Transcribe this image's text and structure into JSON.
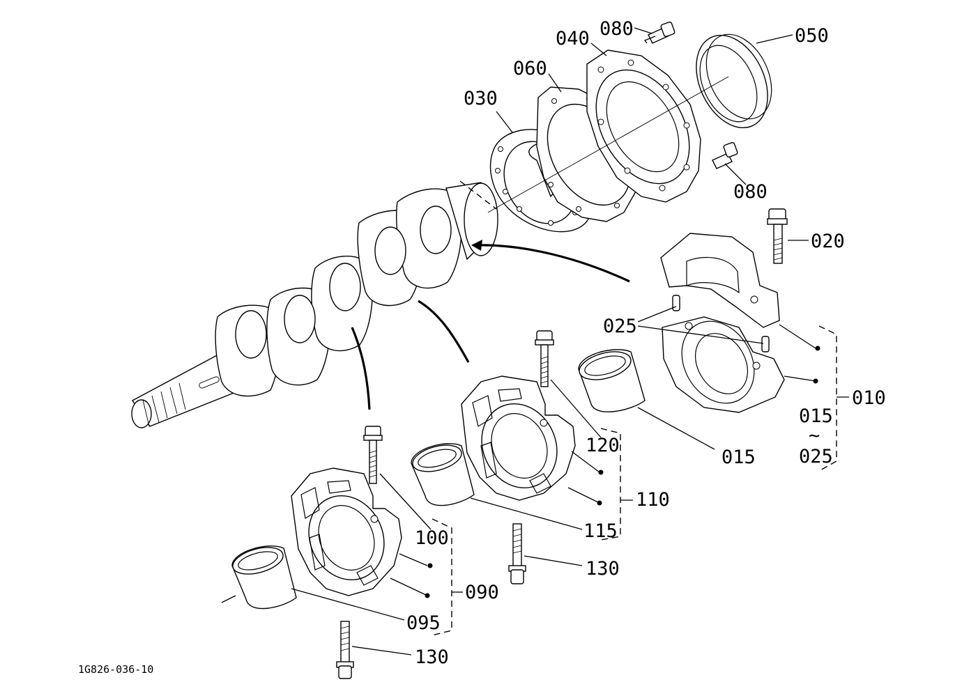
{
  "drawing_code": "1G826-036-10",
  "callouts": {
    "c080_top": "080",
    "c040": "040",
    "c050": "050",
    "c060": "060",
    "c030": "030",
    "c080_right": "080",
    "c020": "020",
    "c025": "025",
    "c010": "010",
    "c015_range": "015",
    "c025_range": "025",
    "range_sep": "~",
    "c015": "015",
    "c120": "120",
    "c110": "110",
    "c115": "115",
    "c130_mid": "130",
    "c100": "100",
    "c090": "090",
    "c095": "095",
    "c130_bottom": "130"
  }
}
